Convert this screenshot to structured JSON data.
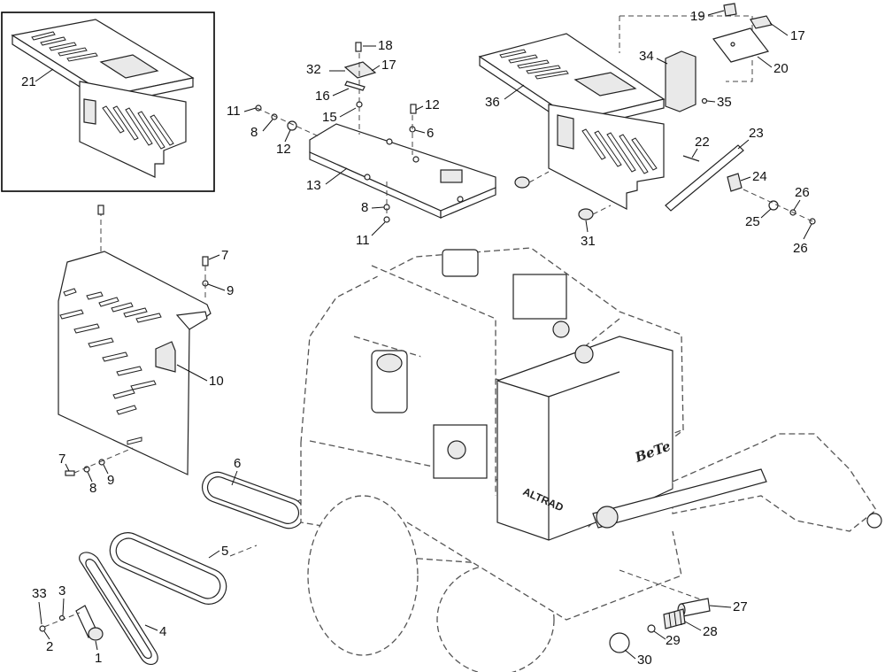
{
  "diagram": {
    "brand_marks": [
      "BeTe",
      "ALTRAD"
    ],
    "callouts": [
      "21",
      "18",
      "17",
      "32",
      "16",
      "15",
      "11",
      "8",
      "12",
      "13",
      "12",
      "6",
      "8",
      "11",
      "19",
      "17",
      "20",
      "34",
      "35",
      "36",
      "22",
      "23",
      "24",
      "25",
      "26",
      "26",
      "31",
      "7",
      "9",
      "10",
      "7",
      "8",
      "9",
      "6",
      "5",
      "4",
      "33",
      "3",
      "2",
      "1",
      "27",
      "28",
      "29",
      "30"
    ]
  }
}
